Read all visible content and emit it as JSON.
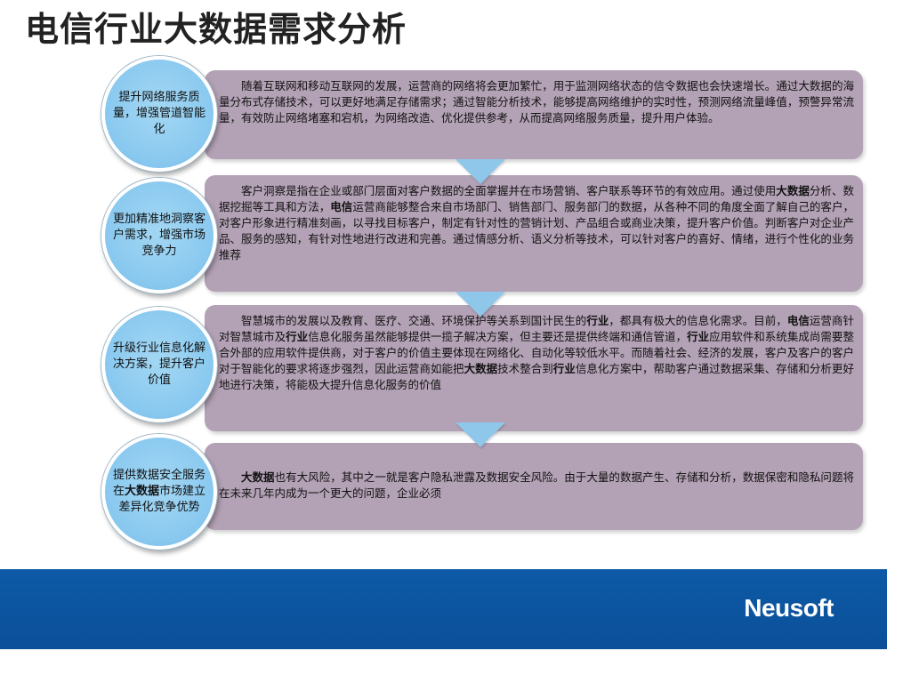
{
  "title": "电信行业大数据需求分析",
  "brand": "Neusoft",
  "items": [
    {
      "circle": [
        {
          "t": "提升网络服务质量，增强管道智能化"
        }
      ],
      "text": [
        {
          "t": "随着互联网和移动互联网的发展，运营商的网络将会更加繁忙，用于监测网络状态的信令数据也会快速增长。通过大数据的海量分布式存储技术，可以更好地满足存储需求；通过智能分析技术，能够提高网络维护的实时性，预测网络流量峰值，预警异常流量，有效防止网络堵塞和宕机，为网络改造、优化提供参考，从而提高网络服务质量，提升用户体验。"
        }
      ]
    },
    {
      "circle": [
        {
          "t": "更加精准地洞察客户需求，增强市场竞争力"
        }
      ],
      "text": [
        {
          "t": "客户洞察是指在企业或部门层面对客户数据的全面掌握并在市场营销、客户联系等环节的有效应用。通过使用"
        },
        {
          "t": "大数据",
          "b": true
        },
        {
          "t": "分析、数据挖掘等工具和方法，"
        },
        {
          "t": "电信",
          "b": true
        },
        {
          "t": "运营商能够整合来自市场部门、销售部门、服务部门的数据，从各种不同的角度全面了解自己的客户，对客户形象进行精准刻画，以寻找目标客户，制定有针对性的营销计划、产品组合或商业决策，提升客户价值。判断客户对企业产品、服务的感知，有针对性地进行改进和完善。通过情感分析、语义分析等技术，可以针对客户的喜好、情绪，进行个性化的业务推荐"
        }
      ]
    },
    {
      "circle": [
        {
          "t": "升级行业信息化解决方案，提升客户价值"
        }
      ],
      "text": [
        {
          "t": "智慧城市的发展以及教育、医疗、交通、环境保护等关系到国计民生的"
        },
        {
          "t": "行业",
          "b": true
        },
        {
          "t": "，都具有极大的信息化需求。目前，"
        },
        {
          "t": "电信",
          "b": true
        },
        {
          "t": "运营商针对智慧城市及"
        },
        {
          "t": "行业",
          "b": true
        },
        {
          "t": "信息化服务虽然能够提供一揽子解决方案，但主要还是提供终端和通信管道，"
        },
        {
          "t": "行业",
          "b": true
        },
        {
          "t": "应用软件和系统集成尚需要整合外部的应用软件提供商，对于客户的价值主要体现在网络化、自动化等较低水平。而随着社会、经济的发展，客户及客户的客户对于智能化的要求将逐步强烈，因此运营商如能把"
        },
        {
          "t": "大数据",
          "b": true
        },
        {
          "t": "技术整合到"
        },
        {
          "t": "行业",
          "b": true
        },
        {
          "t": "信息化方案中，帮助客户通过数据采集、存储和分析更好地进行决策，将能极大提升信息化服务的价值"
        }
      ]
    },
    {
      "circle": [
        {
          "t": "提供数据安全服务在"
        },
        {
          "t": "大数据",
          "b": true
        },
        {
          "t": "市场建立差异化竞争优势"
        }
      ],
      "text": [
        {
          "t": "大数据",
          "b": true
        },
        {
          "t": "也有大风险，其中之一就是客户隐私泄露及数据安全风险。由于大量的数据产生、存储和分析，数据保密和隐私问题将在未来几年内成为一个更大的问题，企业必须"
        }
      ]
    }
  ]
}
